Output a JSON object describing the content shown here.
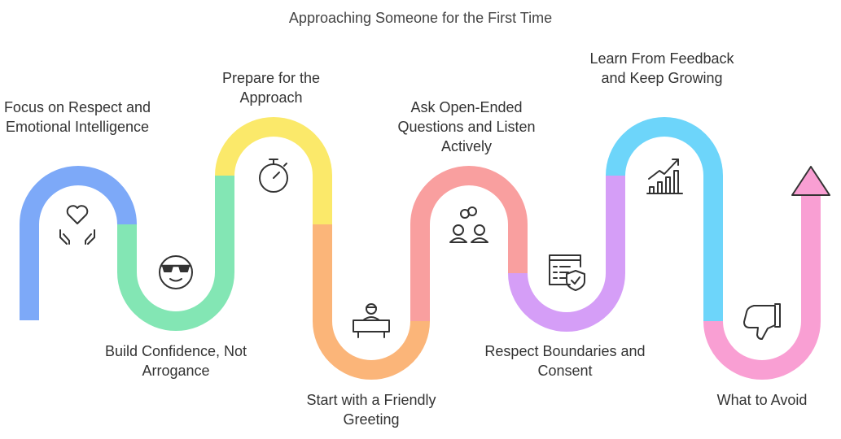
{
  "title": "Approaching Someone for the First Time",
  "steps": [
    {
      "label": "Focus on Respect and Emotional Intelligence",
      "icon": "heart-hands-icon",
      "color": "#7da9f8"
    },
    {
      "label": "Build Confidence, Not Arrogance",
      "icon": "sunglasses-face-icon",
      "color": "#83e6b4"
    },
    {
      "label": "Prepare for the Approach",
      "icon": "stopwatch-icon",
      "color": "#fbe96a"
    },
    {
      "label": "Start with a Friendly Greeting",
      "icon": "person-at-desk-icon",
      "color": "#fbb579"
    },
    {
      "label": "Ask Open-Ended Questions and Listen Actively",
      "icon": "conversation-icon",
      "color": "#f99f9f"
    },
    {
      "label": "Respect Boundaries and Consent",
      "icon": "document-shield-icon",
      "color": "#d59ef7"
    },
    {
      "label": "Learn From Feedback and Keep Growing",
      "icon": "growth-chart-icon",
      "color": "#6dd5fa"
    },
    {
      "label": "What to Avoid",
      "icon": "thumbs-down-icon",
      "color": "#f99fd3"
    }
  ]
}
